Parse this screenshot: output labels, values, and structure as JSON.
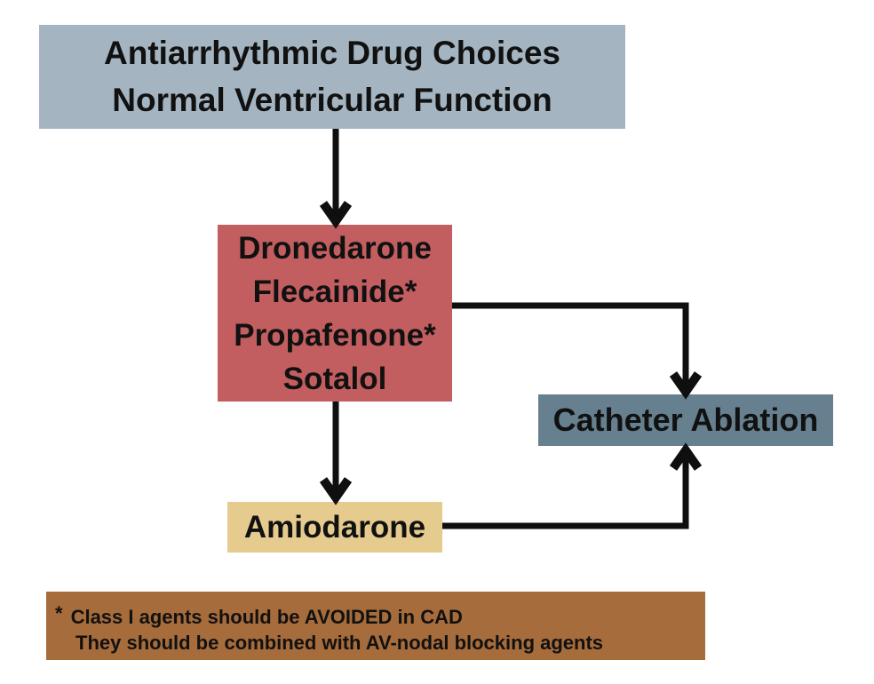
{
  "diagram": {
    "title_box": {
      "line1": "Antiarrhythmic Drug Choices",
      "line2": "Normal Ventricular Function"
    },
    "drug_options_box": {
      "items": [
        "Dronedarone",
        "Flecainide*",
        "Propafenone*",
        "Sotalol"
      ]
    },
    "catheter_ablation_box": {
      "label": "Catheter Ablation"
    },
    "amiodarone_box": {
      "label": "Amiodarone"
    },
    "footnote_box": {
      "marker": "*",
      "line1": "Class I agents should be AVOIDED in CAD",
      "line2": "They should be combined with AV-nodal blocking agents"
    },
    "colors": {
      "title_bg": "#a4b5c1",
      "drugs_bg": "#c25e5f",
      "ablation_bg": "#67808f",
      "amiodarone_bg": "#e5cc8e",
      "footnote_bg": "#a76c3b",
      "arrow": "#0f0f0f",
      "text": "#111111"
    }
  }
}
